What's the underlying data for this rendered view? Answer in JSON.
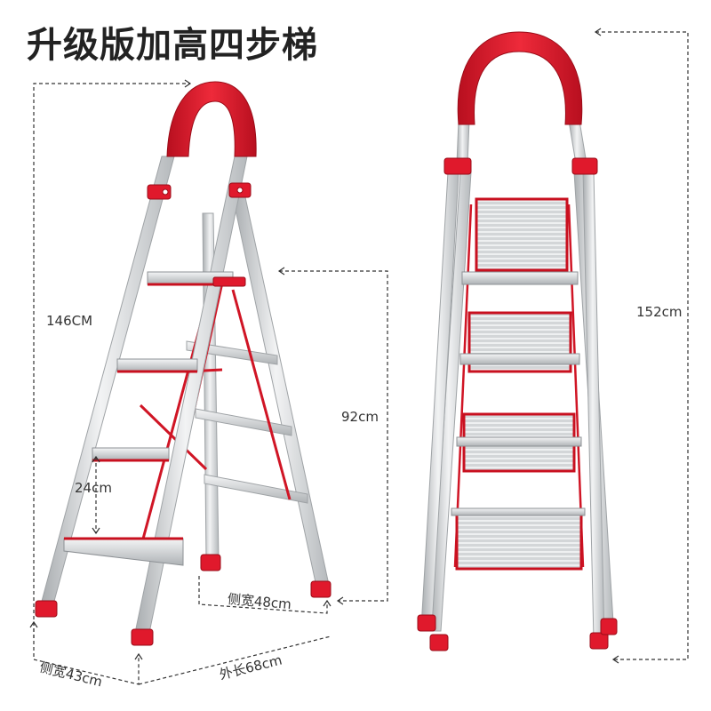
{
  "title": "升级版加高四步梯",
  "labels": {
    "height_total_side": "146CM",
    "height_platform": "92cm",
    "step_gap": "24cm",
    "side_width_back": "侧宽48cm",
    "side_width_front": "侧宽43cm",
    "length": "外长68cm",
    "height_total_front": "152cm"
  },
  "colors": {
    "accent": "#e0192c",
    "aluminum": "#c9ccce",
    "aluminum_light": "#eceeef",
    "aluminum_dark": "#9fa3a6",
    "dim_line": "#333333"
  }
}
